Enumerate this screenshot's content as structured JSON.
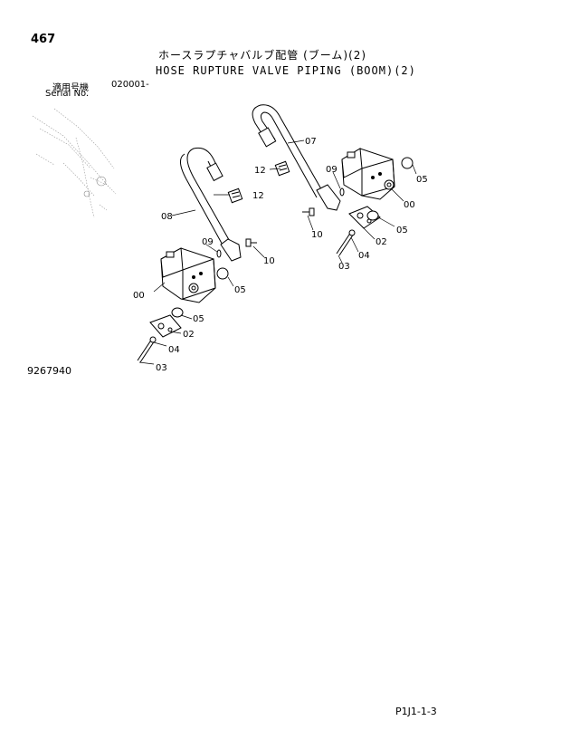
{
  "header": {
    "page_number": "467",
    "title_jp": "ホースラプチャバルブ配管 (ブーム)(2)",
    "title_en": "HOSE RUPTURE VALVE PIPING (BOOM)(2)",
    "serial_label_jp": "適用号機",
    "serial_value": "020001-",
    "serial_label_en": "Serial No."
  },
  "figure": {
    "number": "9267940"
  },
  "footer": {
    "page_code": "P1J1-1-3"
  },
  "callouts": [
    {
      "id": "c-07",
      "text": "07"
    },
    {
      "id": "c-12a",
      "text": "12"
    },
    {
      "id": "c-09a",
      "text": "09"
    },
    {
      "id": "c-05a",
      "text": "05"
    },
    {
      "id": "c-00a",
      "text": "00"
    },
    {
      "id": "c-12b",
      "text": "12"
    },
    {
      "id": "c-08",
      "text": "08"
    },
    {
      "id": "c-05b",
      "text": "05"
    },
    {
      "id": "c-10a",
      "text": "10"
    },
    {
      "id": "c-02a",
      "text": "02"
    },
    {
      "id": "c-09b",
      "text": "09"
    },
    {
      "id": "c-04a",
      "text": "04"
    },
    {
      "id": "c-03a",
      "text": "03"
    },
    {
      "id": "c-10b",
      "text": "10"
    },
    {
      "id": "c-05c",
      "text": "05"
    },
    {
      "id": "c-00b",
      "text": "00"
    },
    {
      "id": "c-05d",
      "text": "05"
    },
    {
      "id": "c-02b",
      "text": "02"
    },
    {
      "id": "c-04b",
      "text": "04"
    },
    {
      "id": "c-03b",
      "text": "03"
    }
  ]
}
